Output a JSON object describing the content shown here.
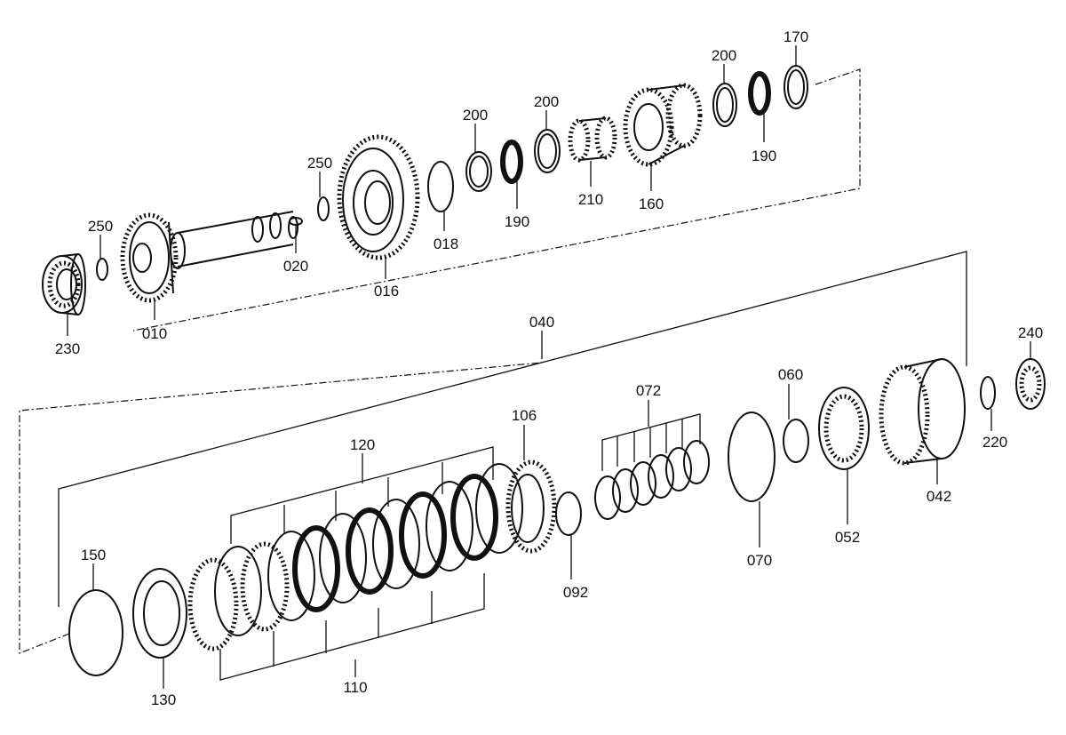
{
  "diagram": {
    "labels": {
      "p170": "170",
      "p200a": "200",
      "p200b": "200",
      "p200c": "200",
      "p250a": "250",
      "p250b": "250",
      "p190a": "190",
      "p190b": "190",
      "p210": "210",
      "p160": "160",
      "p018": "018",
      "p020": "020",
      "p016": "016",
      "p010": "010",
      "p230": "230",
      "p040": "040",
      "p240": "240",
      "p060": "060",
      "p072": "072",
      "p106": "106",
      "p120": "120",
      "p150": "150",
      "p130": "130",
      "p110": "110",
      "p092": "092",
      "p070": "070",
      "p052": "052",
      "p042": "042",
      "p220": "220"
    }
  }
}
